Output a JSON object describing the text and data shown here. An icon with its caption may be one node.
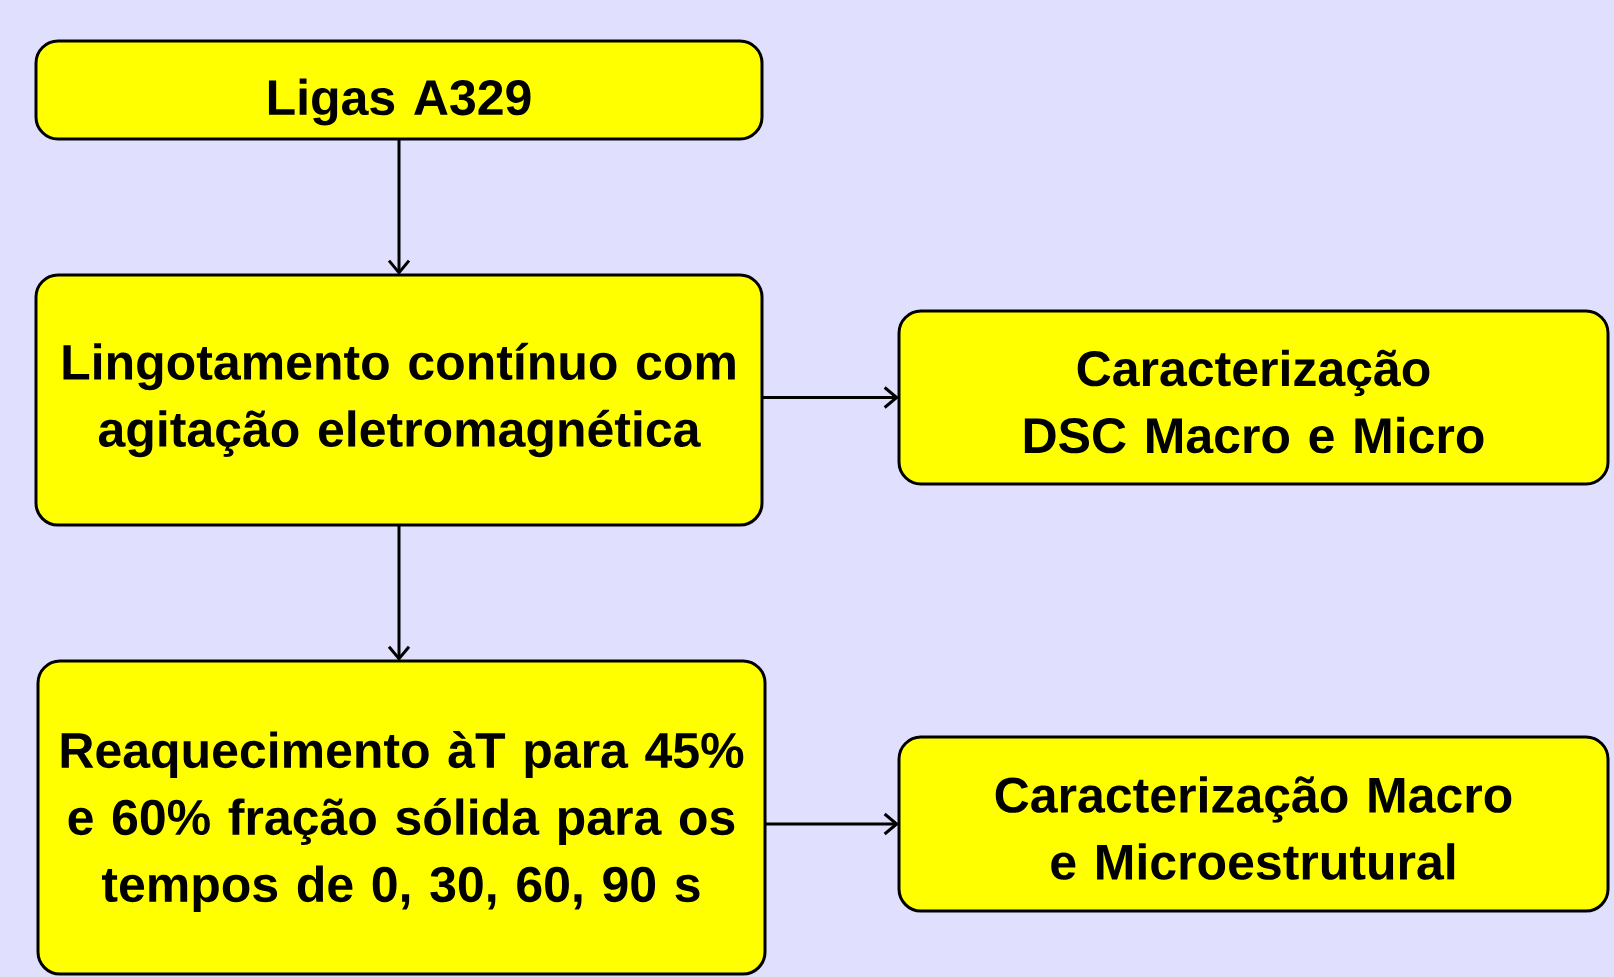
{
  "diagram": {
    "nodes": [
      {
        "text": [
          "Ligas A329"
        ]
      },
      {
        "text": [
          "Lingotamento contínuo com agitação eletromagnética"
        ]
      },
      {
        "text": [
          "Caracterização DSC Macro e Micro"
        ]
      },
      {
        "text": [
          "Reaquecimento àT para 45% e 60% fração sólida para os tempos de 0, 30, 60, 90 s"
        ]
      },
      {
        "text": [
          "Caracterização Macro e Microestrutural"
        ]
      }
    ],
    "edges": [
      {
        "from": 0,
        "to": 1,
        "arrow": "to"
      },
      {
        "from": 1,
        "to": 2,
        "arrow": "to"
      },
      {
        "from": 1,
        "to": 3,
        "arrow": "to"
      },
      {
        "from": 3,
        "to": 4,
        "arrow": "to"
      }
    ]
  }
}
